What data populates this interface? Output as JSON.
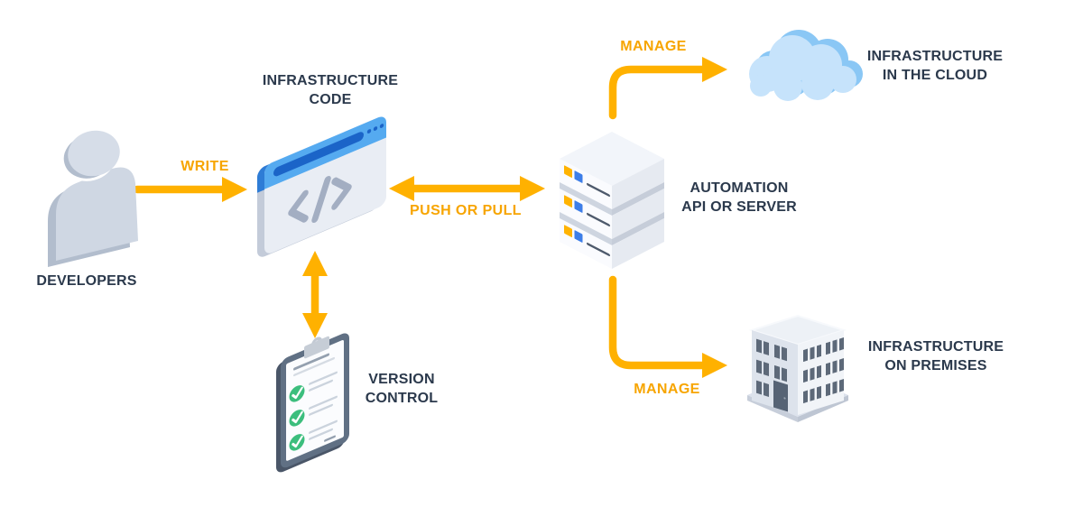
{
  "colors": {
    "background": "#FFFFFF",
    "arrow_color": "#FFB100",
    "edge_label_color": "#F7A500",
    "node_label_color": "#2B394C"
  },
  "nodes": {
    "developers": {
      "label": "DEVELOPERS",
      "icon": "developers-person-icon"
    },
    "infrastructure_code": {
      "label": "INFRASTRUCTURE\nCODE",
      "icon": "code-window-icon"
    },
    "version_control": {
      "label": "VERSION\nCONTROL",
      "icon": "clipboard-checklist-icon"
    },
    "automation_server": {
      "label": "AUTOMATION\nAPI OR SERVER",
      "icon": "server-stack-icon"
    },
    "cloud": {
      "label": "INFRASTRUCTURE\nIN THE CLOUD",
      "icon": "cloud-icon"
    },
    "on_premises": {
      "label": "INFRASTRUCTURE\nON PREMISES",
      "icon": "building-icon"
    }
  },
  "edges": {
    "write": {
      "label": "WRITE",
      "from": "developers",
      "to": "infrastructure_code",
      "direction": "one-way"
    },
    "push_or_pull": {
      "label": "PUSH OR PULL",
      "from": "infrastructure_code",
      "to": "automation_server",
      "direction": "bidirectional"
    },
    "version_link": {
      "label": "",
      "from": "infrastructure_code",
      "to": "version_control",
      "direction": "bidirectional"
    },
    "manage_cloud": {
      "label": "MANAGE",
      "from": "automation_server",
      "to": "cloud",
      "direction": "one-way"
    },
    "manage_premises": {
      "label": "MANAGE",
      "from": "automation_server",
      "to": "on_premises",
      "direction": "one-way"
    }
  }
}
